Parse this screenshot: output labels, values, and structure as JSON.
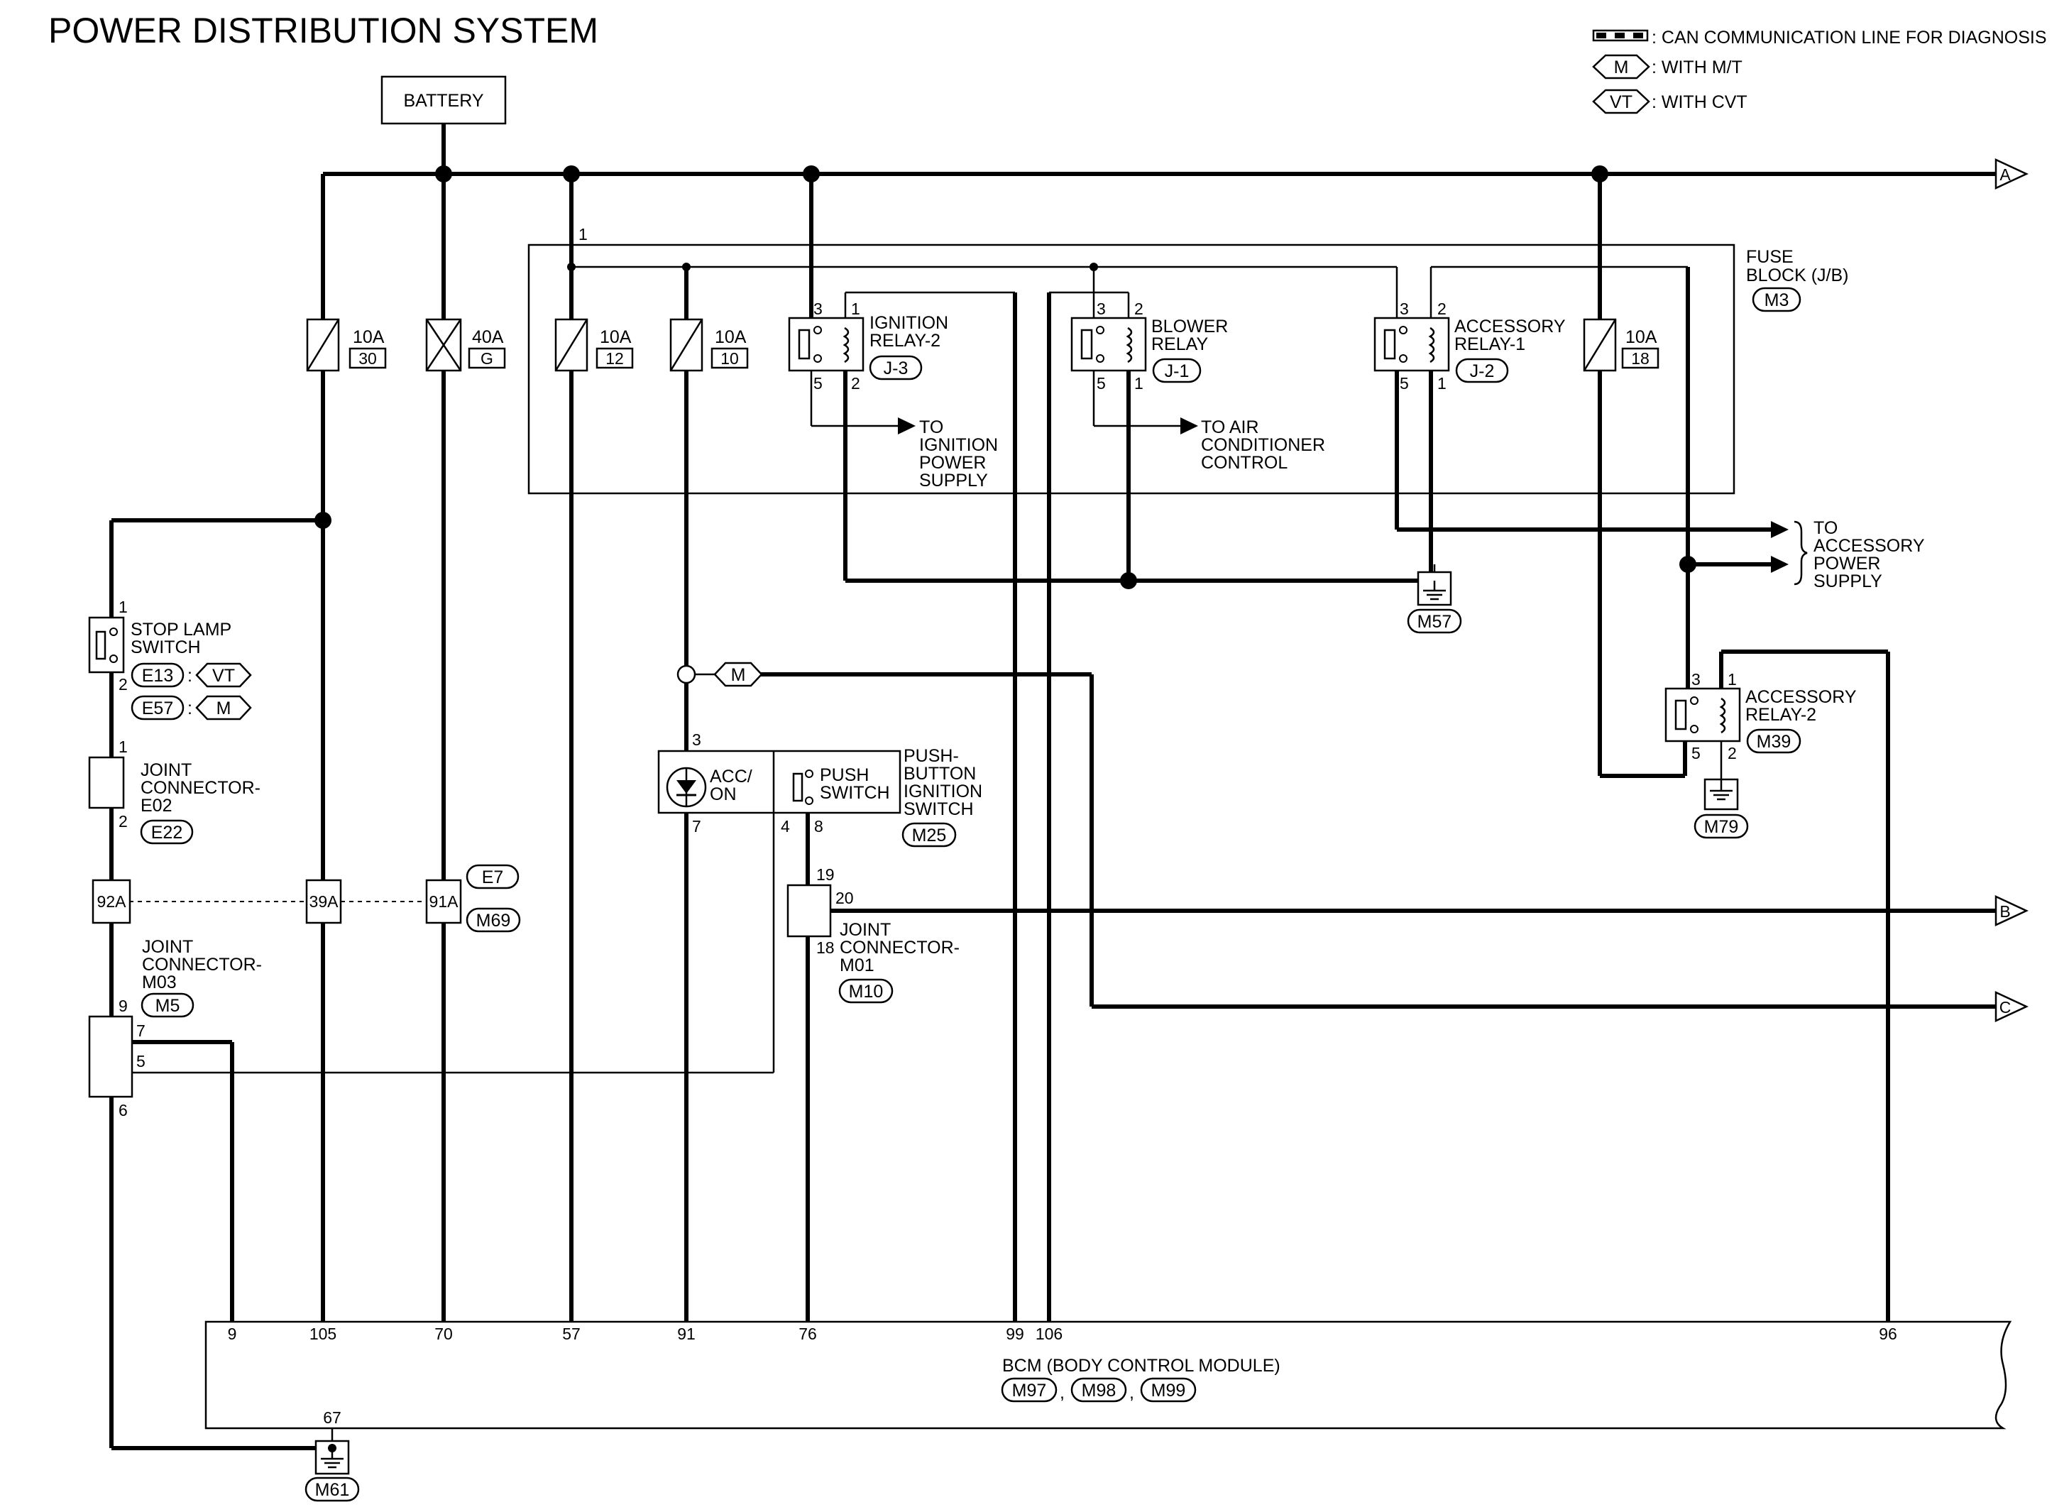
{
  "title": "POWER DISTRIBUTION SYSTEM",
  "legend": {
    "can_line": ": CAN COMMUNICATION LINE FOR DIAGNOSIS",
    "m_tag": "M",
    "m_text": ": WITH M/T",
    "vt_tag": "VT",
    "vt_text": ": WITH CVT"
  },
  "battery": "BATTERY",
  "arrows": {
    "a": "A",
    "b": "B",
    "c": "C"
  },
  "fuse_block": {
    "title": [
      "FUSE",
      "BLOCK (J/B)"
    ],
    "connector": "M3",
    "pin1": "1"
  },
  "fuses": [
    {
      "rating": "10A",
      "number": "30"
    },
    {
      "rating": "40A",
      "number": "G"
    },
    {
      "rating": "10A",
      "number": "12"
    },
    {
      "rating": "10A",
      "number": "10"
    },
    {
      "rating": "10A",
      "number": "18"
    }
  ],
  "ign_relay": {
    "name": [
      "IGNITION",
      "RELAY-2"
    ],
    "conn": "J-3",
    "p3": "3",
    "p1": "1",
    "p5": "5",
    "p2": "2"
  },
  "blower_relay": {
    "name": [
      "BLOWER",
      "RELAY"
    ],
    "conn": "J-1",
    "p3": "3",
    "p2": "2",
    "p5": "5",
    "p1": "1"
  },
  "acc_relay1": {
    "name": [
      "ACCESSORY",
      "RELAY-1"
    ],
    "conn": "J-2",
    "p3": "3",
    "p2": "2",
    "p5": "5",
    "p1": "1"
  },
  "acc_relay2": {
    "name": [
      "ACCESSORY",
      "RELAY-2"
    ],
    "conn": "M39",
    "p3": "3",
    "p1": "1",
    "p5": "5",
    "p2": "2"
  },
  "to_ign": [
    "TO",
    "IGNITION",
    "POWER",
    "SUPPLY"
  ],
  "to_ac": [
    "TO AIR",
    "CONDITIONER",
    "CONTROL"
  ],
  "to_acc": [
    "TO",
    "ACCESSORY",
    "POWER",
    "SUPPLY"
  ],
  "grounds": {
    "g57": "M57",
    "g79": "M79",
    "g61": "M61"
  },
  "stop_lamp": {
    "name": [
      "STOP LAMP",
      "SWITCH"
    ],
    "p1": "1",
    "p2": "2",
    "c1": "E13",
    "c1_tag": "VT",
    "c2": "E57",
    "c2_tag": "M",
    "colon": ":"
  },
  "jc_e02": {
    "name": [
      "JOINT",
      "CONNECTOR-",
      "E02"
    ],
    "conn": "E22",
    "p1": "1",
    "p2": "2"
  },
  "jc_m03": {
    "name": [
      "JOINT",
      "CONNECTOR-",
      "M03"
    ],
    "conn": "M5",
    "p9": "9",
    "p7": "7",
    "p5": "5",
    "p6": "6"
  },
  "jc_m01": {
    "name": [
      "JOINT",
      "CONNECTOR-",
      "M01"
    ],
    "conn": "M10",
    "p19": "19",
    "p20": "20",
    "p18": "18"
  },
  "inline": {
    "c92": "92A",
    "c39": "39A",
    "c91": "91A",
    "e7": "E7",
    "m69": "M69"
  },
  "mt_tag": "M",
  "push_switch": {
    "acc": [
      "ACC/",
      "ON"
    ],
    "push": [
      "PUSH",
      "SWITCH"
    ],
    "name": [
      "PUSH-",
      "BUTTON",
      "IGNITION",
      "SWITCH"
    ],
    "conn": "M25",
    "p3": "3",
    "p7": "7",
    "p4": "4",
    "p8": "8"
  },
  "bcm": {
    "name": "BCM (BODY CONTROL MODULE)",
    "conns": [
      "M97",
      "M98",
      "M99"
    ],
    "sep": ",",
    "pins": [
      "9",
      "105",
      "70",
      "57",
      "91",
      "76",
      "99",
      "106",
      "96",
      "67"
    ]
  }
}
